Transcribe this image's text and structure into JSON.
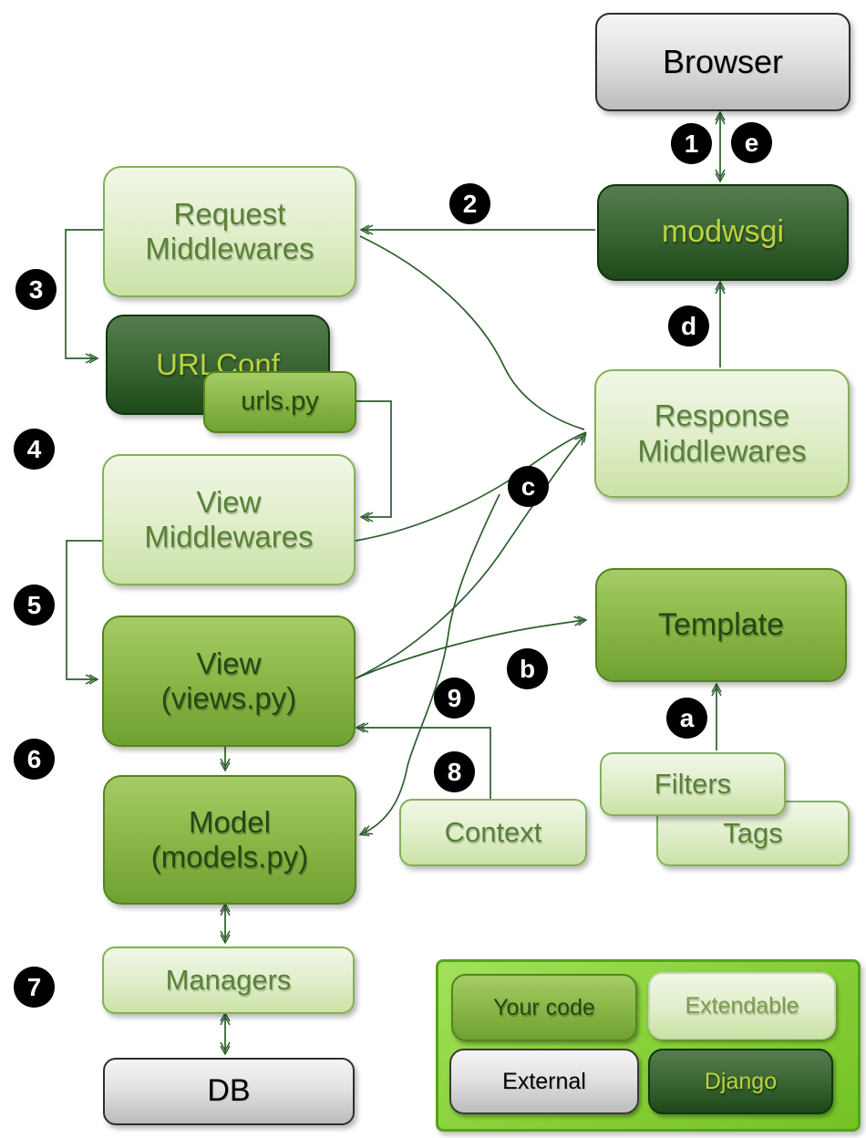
{
  "nodes": {
    "browser": {
      "label": "Browser"
    },
    "modwsgi": {
      "label": "modwsgi"
    },
    "request_mw": {
      "line1": "Request",
      "line2": "Middlewares"
    },
    "urlconf": {
      "label": "URLConf"
    },
    "urlspy": {
      "label": "urls.py"
    },
    "view_mw": {
      "line1": "View",
      "line2": "Middlewares"
    },
    "view": {
      "line1": "View",
      "line2": "(views.py)"
    },
    "model": {
      "line1": "Model",
      "line2": "(models.py)"
    },
    "managers": {
      "label": "Managers"
    },
    "db": {
      "label": "DB"
    },
    "response_mw": {
      "line1": "Response",
      "line2": "Middlewares"
    },
    "template": {
      "label": "Template"
    },
    "filters": {
      "label": "Filters"
    },
    "tags": {
      "label": "Tags"
    },
    "context": {
      "label": "Context"
    }
  },
  "badges": {
    "step1": "1",
    "step2": "2",
    "step3": "3",
    "step4": "4",
    "step5": "5",
    "step6": "6",
    "step7": "7",
    "step8": "8",
    "step9": "9",
    "stepa": "a",
    "stepb": "b",
    "stepc": "c",
    "stepd": "d",
    "stepe": "e"
  },
  "legend": {
    "items": [
      {
        "label": "Your code",
        "type": "your-code"
      },
      {
        "label": "Extendable",
        "type": "extendable"
      },
      {
        "label": "External",
        "type": "external"
      },
      {
        "label": "Django",
        "type": "django"
      }
    ]
  },
  "colors": {
    "arrow": "#2d5e2d",
    "badge_bg": "#000000",
    "badge_text": "#ffffff",
    "your_code": "#8ab747",
    "extendable": "#e2efcd",
    "external": "#d9d9d9",
    "django": "#3a6633",
    "legend_bg": "#8ad23b"
  }
}
